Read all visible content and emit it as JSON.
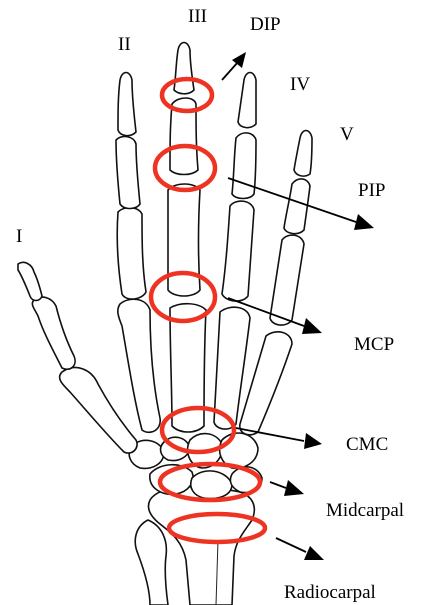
{
  "digits": {
    "I": "I",
    "II": "II",
    "III": "III",
    "IV": "IV",
    "V": "V"
  },
  "joints": {
    "dip": "DIP",
    "pip": "PIP",
    "mcp": "MCP",
    "cmc": "CMC",
    "midcarpal": "Midcarpal",
    "radiocarpal": "Radiocarpal"
  },
  "colors": {
    "ring": "#ee3322",
    "arrow": "#000000",
    "bone_outline": "#111111",
    "background": "#ffffff"
  }
}
